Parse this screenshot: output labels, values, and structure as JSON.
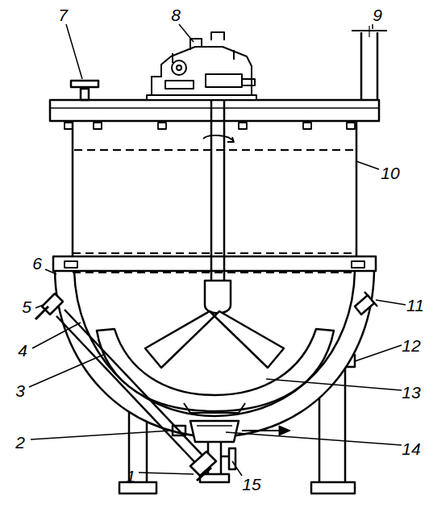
{
  "diagram": {
    "labels": [
      "7",
      "8",
      "9",
      "10",
      "6",
      "5",
      "4",
      "3",
      "2",
      "1",
      "15",
      "14",
      "13",
      "12",
      "11"
    ]
  }
}
